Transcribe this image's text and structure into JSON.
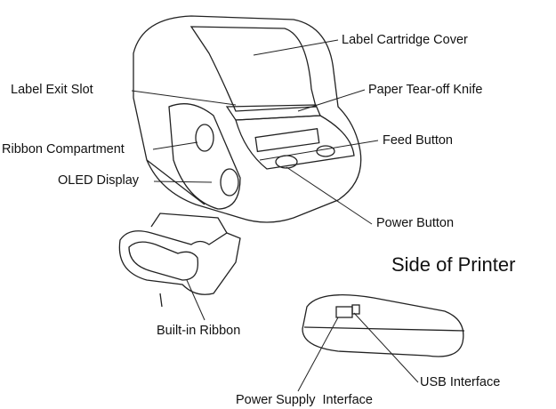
{
  "labels": {
    "cartridge_cover": "Label Cartridge Cover",
    "exit_slot": "Label Exit Slot",
    "tear_knife": "Paper Tear-off Knife",
    "ribbon_compartment": "Ribbon Compartment",
    "feed_button": "Feed Button",
    "oled_display": "OLED Display",
    "power_button": "Power Button",
    "side_title": "Side of Printer",
    "built_in_ribbon": "Built-in Ribbon",
    "usb_interface": "USB Interface",
    "power_supply": "Power Supply  Interface"
  }
}
